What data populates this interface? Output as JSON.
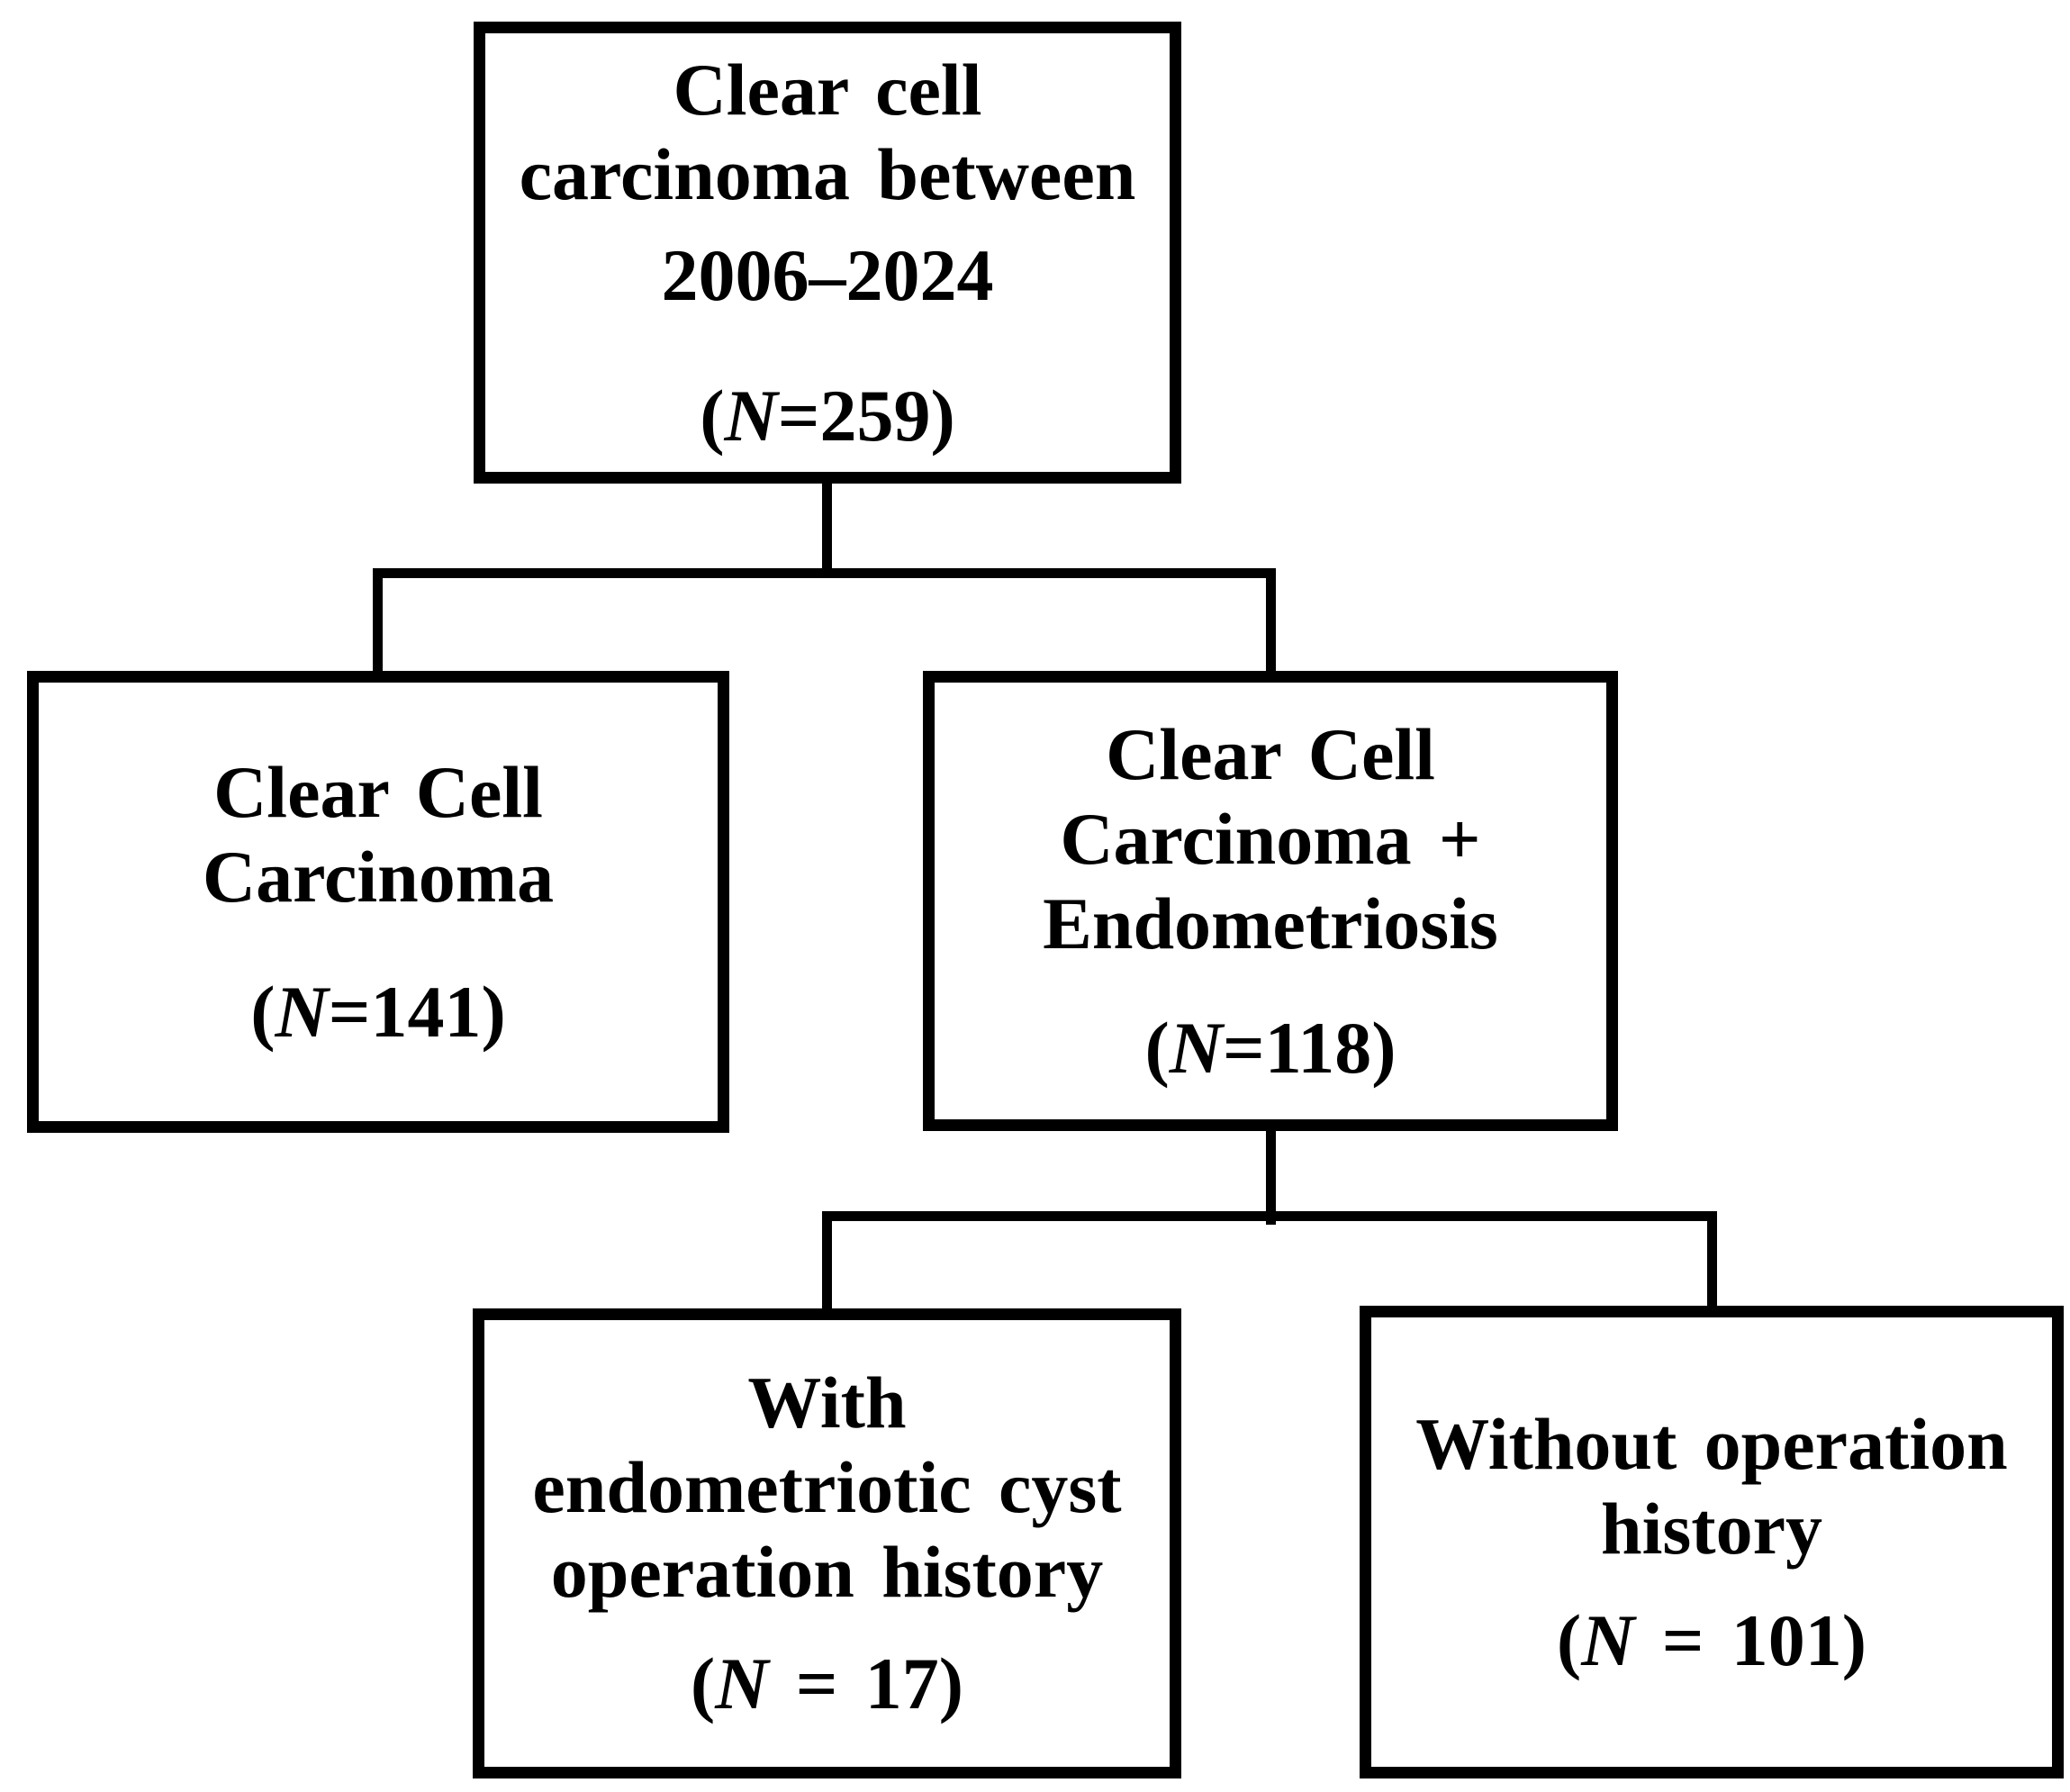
{
  "flowchart": {
    "background_color": "#ffffff",
    "line_color": "#000000",
    "text_color": "#000000",
    "nodes": {
      "root": {
        "title_line1": "Clear cell",
        "title_line2": "carcinoma between",
        "period": "2006–2024",
        "n_open": "(",
        "n_symbol": "N",
        "n_rest": "=259)",
        "n_value": 259
      },
      "ccc": {
        "title_line1": "Clear Cell",
        "title_line2": "Carcinoma",
        "n_open": "(",
        "n_symbol": "N",
        "n_rest": "=141)",
        "n_value": 141
      },
      "ccc_endo": {
        "title_line1": "Clear Cell",
        "title_line2": "Carcinoma +",
        "title_line3": "Endometriosis",
        "n_open": "(",
        "n_symbol": "N",
        "n_rest": "=118)",
        "n_value": 118
      },
      "with_op": {
        "title_line1": "With",
        "title_line2": "endometriotic cyst",
        "title_line3": "operation history",
        "n_open": "(",
        "n_symbol": "N",
        "n_rest": " = 17)",
        "n_value": 17
      },
      "without_op": {
        "title_line1": "Without operation",
        "title_line2": "history",
        "n_open": "(",
        "n_symbol": "N",
        "n_rest": " = 101)",
        "n_value": 101
      }
    },
    "edges": [
      {
        "from": "root",
        "to": "ccc"
      },
      {
        "from": "root",
        "to": "ccc_endo"
      },
      {
        "from": "ccc_endo",
        "to": "with_op"
      },
      {
        "from": "ccc_endo",
        "to": "without_op"
      }
    ]
  }
}
